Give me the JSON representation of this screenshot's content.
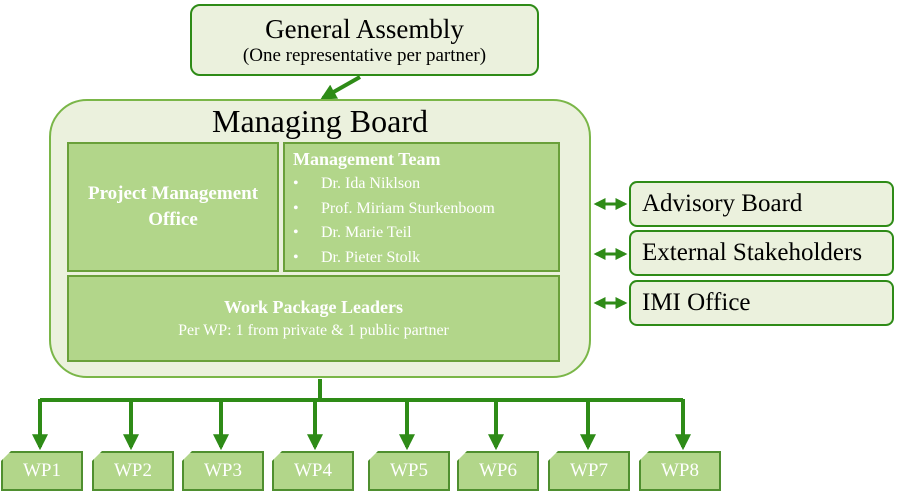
{
  "general_assembly": {
    "title": "General Assembly",
    "subtitle": "(One representative per partner)"
  },
  "managing_board": {
    "title": "Managing Board",
    "project_management_office": "Project Management Office",
    "management_team": {
      "title": "Management Team",
      "members": [
        "Dr. Ida Niklson",
        "Prof. Miriam Sturkenboom",
        "Dr. Marie Teil",
        "Dr. Pieter Stolk"
      ]
    },
    "work_package_leaders": {
      "title": "Work Package Leaders",
      "note": "Per WP: 1 from private & 1 public partner"
    }
  },
  "side_boxes": [
    "Advisory Board",
    "External Stakeholders",
    "IMI Office"
  ],
  "work_packages": [
    "WP1",
    "WP2",
    "WP3",
    "WP4",
    "WP5",
    "WP6",
    "WP7",
    "WP8"
  ],
  "colors": {
    "connector": "#2e8b17",
    "box_light": "#ebf1dd",
    "box_green": "#b2d68a"
  }
}
